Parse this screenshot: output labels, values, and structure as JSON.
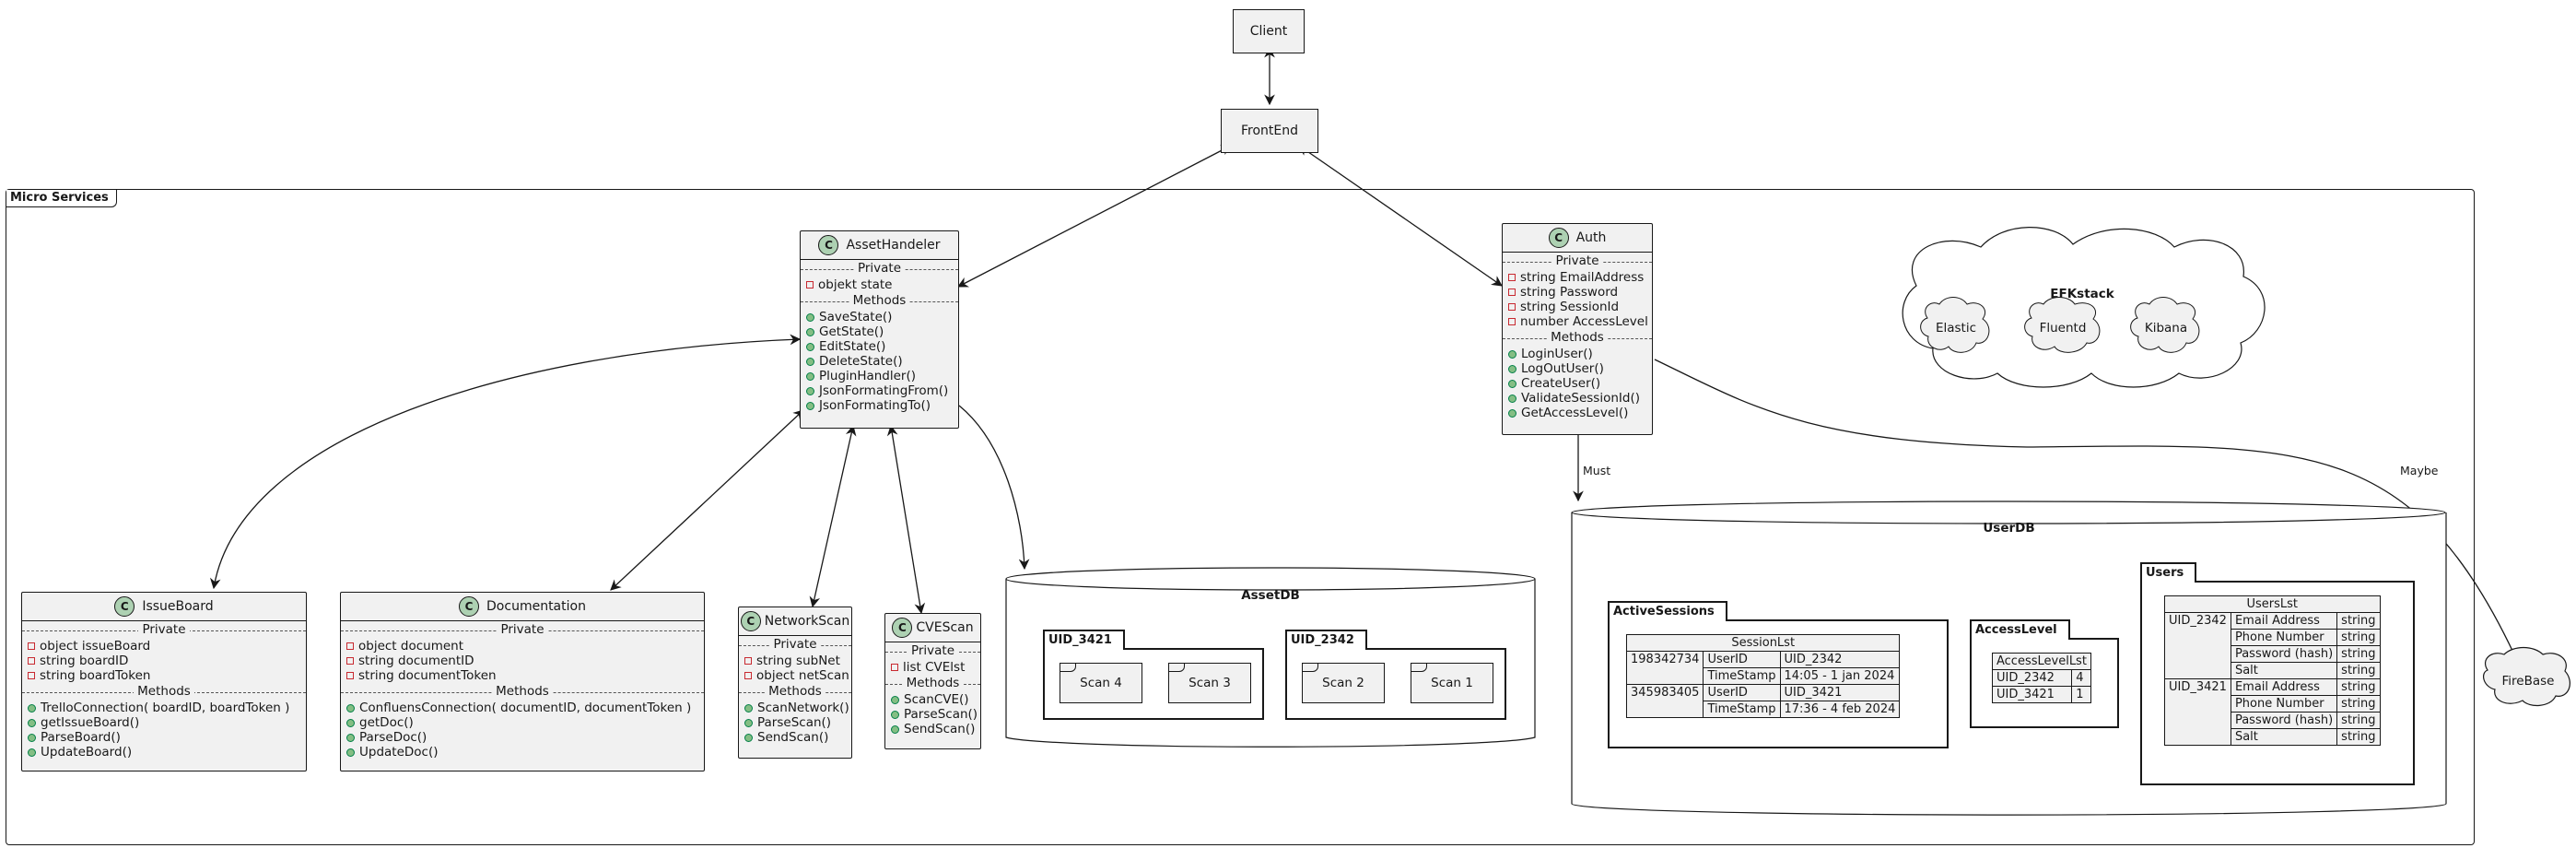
{
  "nodes": {
    "client": "Client",
    "frontend": "FrontEnd"
  },
  "frame_title": "Micro Services",
  "classes": {
    "asset_handeler": {
      "icon": "C",
      "name": "AssetHandeler",
      "private_label": "Private",
      "private": [
        "objekt state"
      ],
      "methods_label": "Methods",
      "methods": [
        "SaveState()",
        "GetState()",
        "EditState()",
        "DeleteState()",
        "PluginHandler()",
        "JsonFormatingFrom()",
        "JsonFormatingTo()"
      ]
    },
    "auth": {
      "icon": "C",
      "name": "Auth",
      "private_label": "Private",
      "private": [
        "string EmailAddress",
        "string Password",
        "string SessionId",
        "number AccessLevel"
      ],
      "methods_label": "Methods",
      "methods": [
        "LoginUser()",
        "LogOutUser()",
        "CreateUser()",
        "ValidateSessionId()",
        "GetAccessLevel()"
      ]
    },
    "issueboard": {
      "icon": "C",
      "name": "IssueBoard",
      "private_label": "Private",
      "private": [
        "object issueBoard",
        "string boardID",
        "string boardToken"
      ],
      "methods_label": "Methods",
      "methods": [
        "TrelloConnection( boardID, boardToken )",
        "getIssueBoard()",
        "ParseBoard()",
        "UpdateBoard()"
      ]
    },
    "documentation": {
      "icon": "C",
      "name": "Documentation",
      "private_label": "Private",
      "private": [
        "object document",
        "string documentID",
        "string documentToken"
      ],
      "methods_label": "Methods",
      "methods": [
        "ConfluensConnection( documentID, documentToken )",
        "getDoc()",
        "ParseDoc()",
        "UpdateDoc()"
      ]
    },
    "networkscan": {
      "icon": "C",
      "name": "NetworkScan",
      "private_label": "Private",
      "private": [
        "string subNet",
        "object netScan"
      ],
      "methods_label": "Methods",
      "methods": [
        "ScanNetwork()",
        "ParseScan()",
        "SendScan()"
      ]
    },
    "cvescan": {
      "icon": "C",
      "name": "CVEScan",
      "private_label": "Private",
      "private": [
        "list CVElst"
      ],
      "methods_label": "Methods",
      "methods": [
        "ScanCVE()",
        "ParseScan()",
        "SendScan()"
      ]
    }
  },
  "efk": {
    "title": "EFKstack",
    "items": [
      "Elastic",
      "Fluentd",
      "Kibana"
    ]
  },
  "firebase": "FireBase",
  "edge_labels": {
    "must": "Must",
    "maybe": "Maybe"
  },
  "assetdb": {
    "title": "AssetDB",
    "packages": [
      {
        "name": "UID_3421",
        "scans": [
          "Scan 4",
          "Scan 3"
        ]
      },
      {
        "name": "UID_2342",
        "scans": [
          "Scan 2",
          "Scan 1"
        ]
      }
    ]
  },
  "userdb": {
    "title": "UserDB",
    "active_sessions": {
      "package": "ActiveSessions",
      "table_title": "SessionLst",
      "rows": [
        {
          "id": "198342734",
          "fields": [
            [
              "UserID",
              "UID_2342"
            ],
            [
              "TimeStamp",
              "14:05 - 1 jan 2024"
            ]
          ]
        },
        {
          "id": "345983405",
          "fields": [
            [
              "UserID",
              "UID_3421"
            ],
            [
              "TimeStamp",
              "17:36 - 4 feb 2024"
            ]
          ]
        }
      ]
    },
    "access_level": {
      "package": "AccessLevel",
      "table_title": "AccessLevelLst",
      "rows": [
        [
          "UID_2342",
          "4"
        ],
        [
          "UID_3421",
          "1"
        ]
      ]
    },
    "users": {
      "package": "Users",
      "table_title": "UsersLst",
      "rows": [
        {
          "id": "UID_2342",
          "fields": [
            [
              "Email Address",
              "string"
            ],
            [
              "Phone Number",
              "string"
            ],
            [
              "Password (hash)",
              "string"
            ],
            [
              "Salt",
              "string"
            ]
          ]
        },
        {
          "id": "UID_3421",
          "fields": [
            [
              "Email Address",
              "string"
            ],
            [
              "Phone Number",
              "string"
            ],
            [
              "Password (hash)",
              "string"
            ],
            [
              "Salt",
              "string"
            ]
          ]
        }
      ]
    }
  }
}
